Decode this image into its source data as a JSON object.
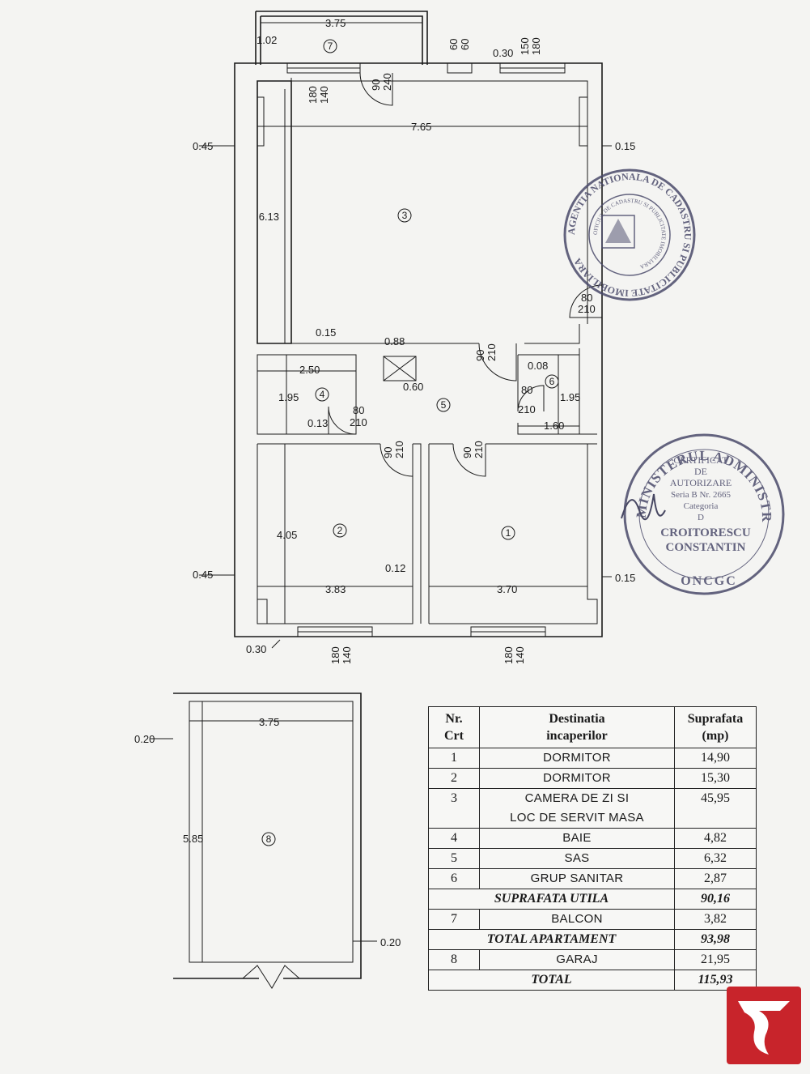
{
  "plan": {
    "balcony": {
      "room": "7",
      "width": "3.75",
      "depth": "1.02",
      "door_w": "90",
      "door_h": "240"
    },
    "top_labels": {
      "win_top1": "180",
      "win_top2": "140",
      "a60": "60",
      "b60": "60",
      "d030": "0.30",
      "w150": "150",
      "w180": "180"
    },
    "living": {
      "room": "3",
      "width": "7.65",
      "height": "6.13",
      "left_off": "0.45",
      "right_off": "0.15",
      "door_w": "80",
      "door_h": "210"
    },
    "mid": {
      "r4": {
        "room": "4",
        "w": "2.50",
        "h": "1.95",
        "off": "0.13",
        "door_w": "80",
        "door_h": "210"
      },
      "r5": {
        "room": "5",
        "vent": "0.88",
        "off": "0.15",
        "sub": "0.60",
        "door_w": "90",
        "door_h": "210"
      },
      "r6": {
        "room": "6",
        "off": "0.08",
        "h": "1.95",
        "w": "1.60",
        "door_w": "80",
        "door_h": "210"
      }
    },
    "bed2": {
      "room": "2",
      "width": "3.83",
      "height": "4.05",
      "left_off": "0.45",
      "door_w": "90",
      "door_h": "210",
      "wall": "0.12"
    },
    "bed1": {
      "room": "1",
      "width": "3.70",
      "right_off": "0.15",
      "door_w": "90",
      "door_h": "210"
    },
    "bottom": {
      "off": "0.30",
      "w1a": "180",
      "w1b": "140",
      "w2a": "180",
      "w2b": "140"
    },
    "garage": {
      "room": "8",
      "width": "3.75",
      "height": "5.85",
      "top_off": "0.20",
      "right_off": "0.20"
    }
  },
  "table": {
    "headers": {
      "nr": "Nr.",
      "crt": "Crt",
      "dest1": "Destinatia",
      "dest2": "incaperilor",
      "sup1": "Suprafata",
      "sup2": "(mp)"
    },
    "rows": [
      {
        "nr": "1",
        "dest": "DORMITOR",
        "area": "14,90"
      },
      {
        "nr": "2",
        "dest": "DORMITOR",
        "area": "15,30"
      },
      {
        "nr": "3",
        "dest": "CAMERA DE ZI  SI",
        "dest2": "LOC DE SERVIT MASA",
        "area": "45,95"
      },
      {
        "nr": "4",
        "dest": "BAIE",
        "area": "4,82"
      },
      {
        "nr": "5",
        "dest": "SAS",
        "area": "6,32"
      },
      {
        "nr": "6",
        "dest": "GRUP SANITAR",
        "area": "2,87"
      },
      {
        "dest": "SUPRAFATA UTILA",
        "area": "90,16"
      },
      {
        "nr": "7",
        "dest": "BALCON",
        "area": "3,82"
      },
      {
        "dest": "TOTAL APARTAMENT",
        "area": "93,98"
      },
      {
        "nr": "8",
        "dest": "GARAJ",
        "area": "21,95"
      },
      {
        "dest": "TOTAL",
        "area": "115,93"
      }
    ]
  },
  "stamps": {
    "round1": {
      "ring": "AGENTIA NATIONALA DE CADASTRU SI PUBLICITATE IMOBILIARA",
      "inner": "OFICIUL DE CADASTRU SI PUBLICITATE IMOBILIARA"
    },
    "round2": {
      "ring": "MINISTERUL ADMINISTRATIEI PUBLICE",
      "l1": "CERTIFICAT",
      "l2": "DE",
      "l3": "AUTORIZARE",
      "l4": "Seria B Nr. 2665",
      "l5": "Categoria",
      "l6": "D",
      "name1": "CROITORESCU",
      "name2": "CONSTANTIN",
      "bottom": "ONCGC"
    }
  },
  "colors": {
    "ink": "#1a1a1a",
    "paper": "#f4f4f2",
    "stamp": "#4a4a6a",
    "logo": "#c8242b"
  }
}
